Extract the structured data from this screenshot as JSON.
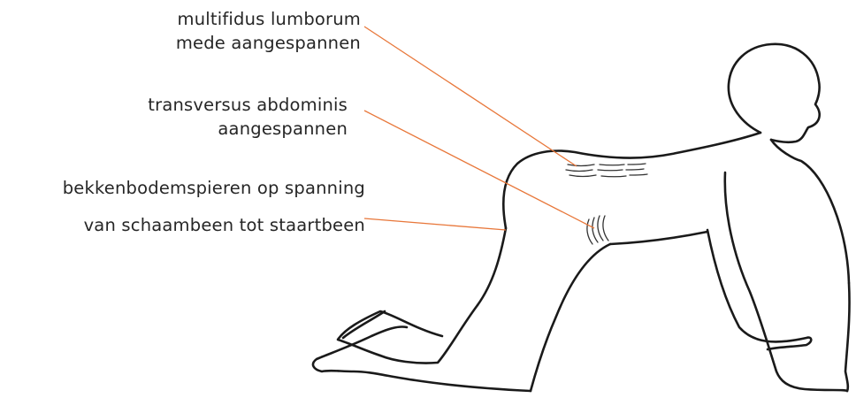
{
  "annotations": {
    "multifidus": {
      "line1": "multifidus lumborum",
      "line2": "mede aangespannen"
    },
    "transversus": {
      "line1": "transversus abdominis",
      "line2": "aangespannen"
    },
    "pelvic_floor": {
      "line1": "bekkenbodemspieren op spanning",
      "line2": "van schaambeen tot staartbeen"
    }
  },
  "colors": {
    "leader_line": "#e8773a",
    "outline": "#1a1a1a",
    "text": "#262626",
    "background": "#ffffff"
  }
}
